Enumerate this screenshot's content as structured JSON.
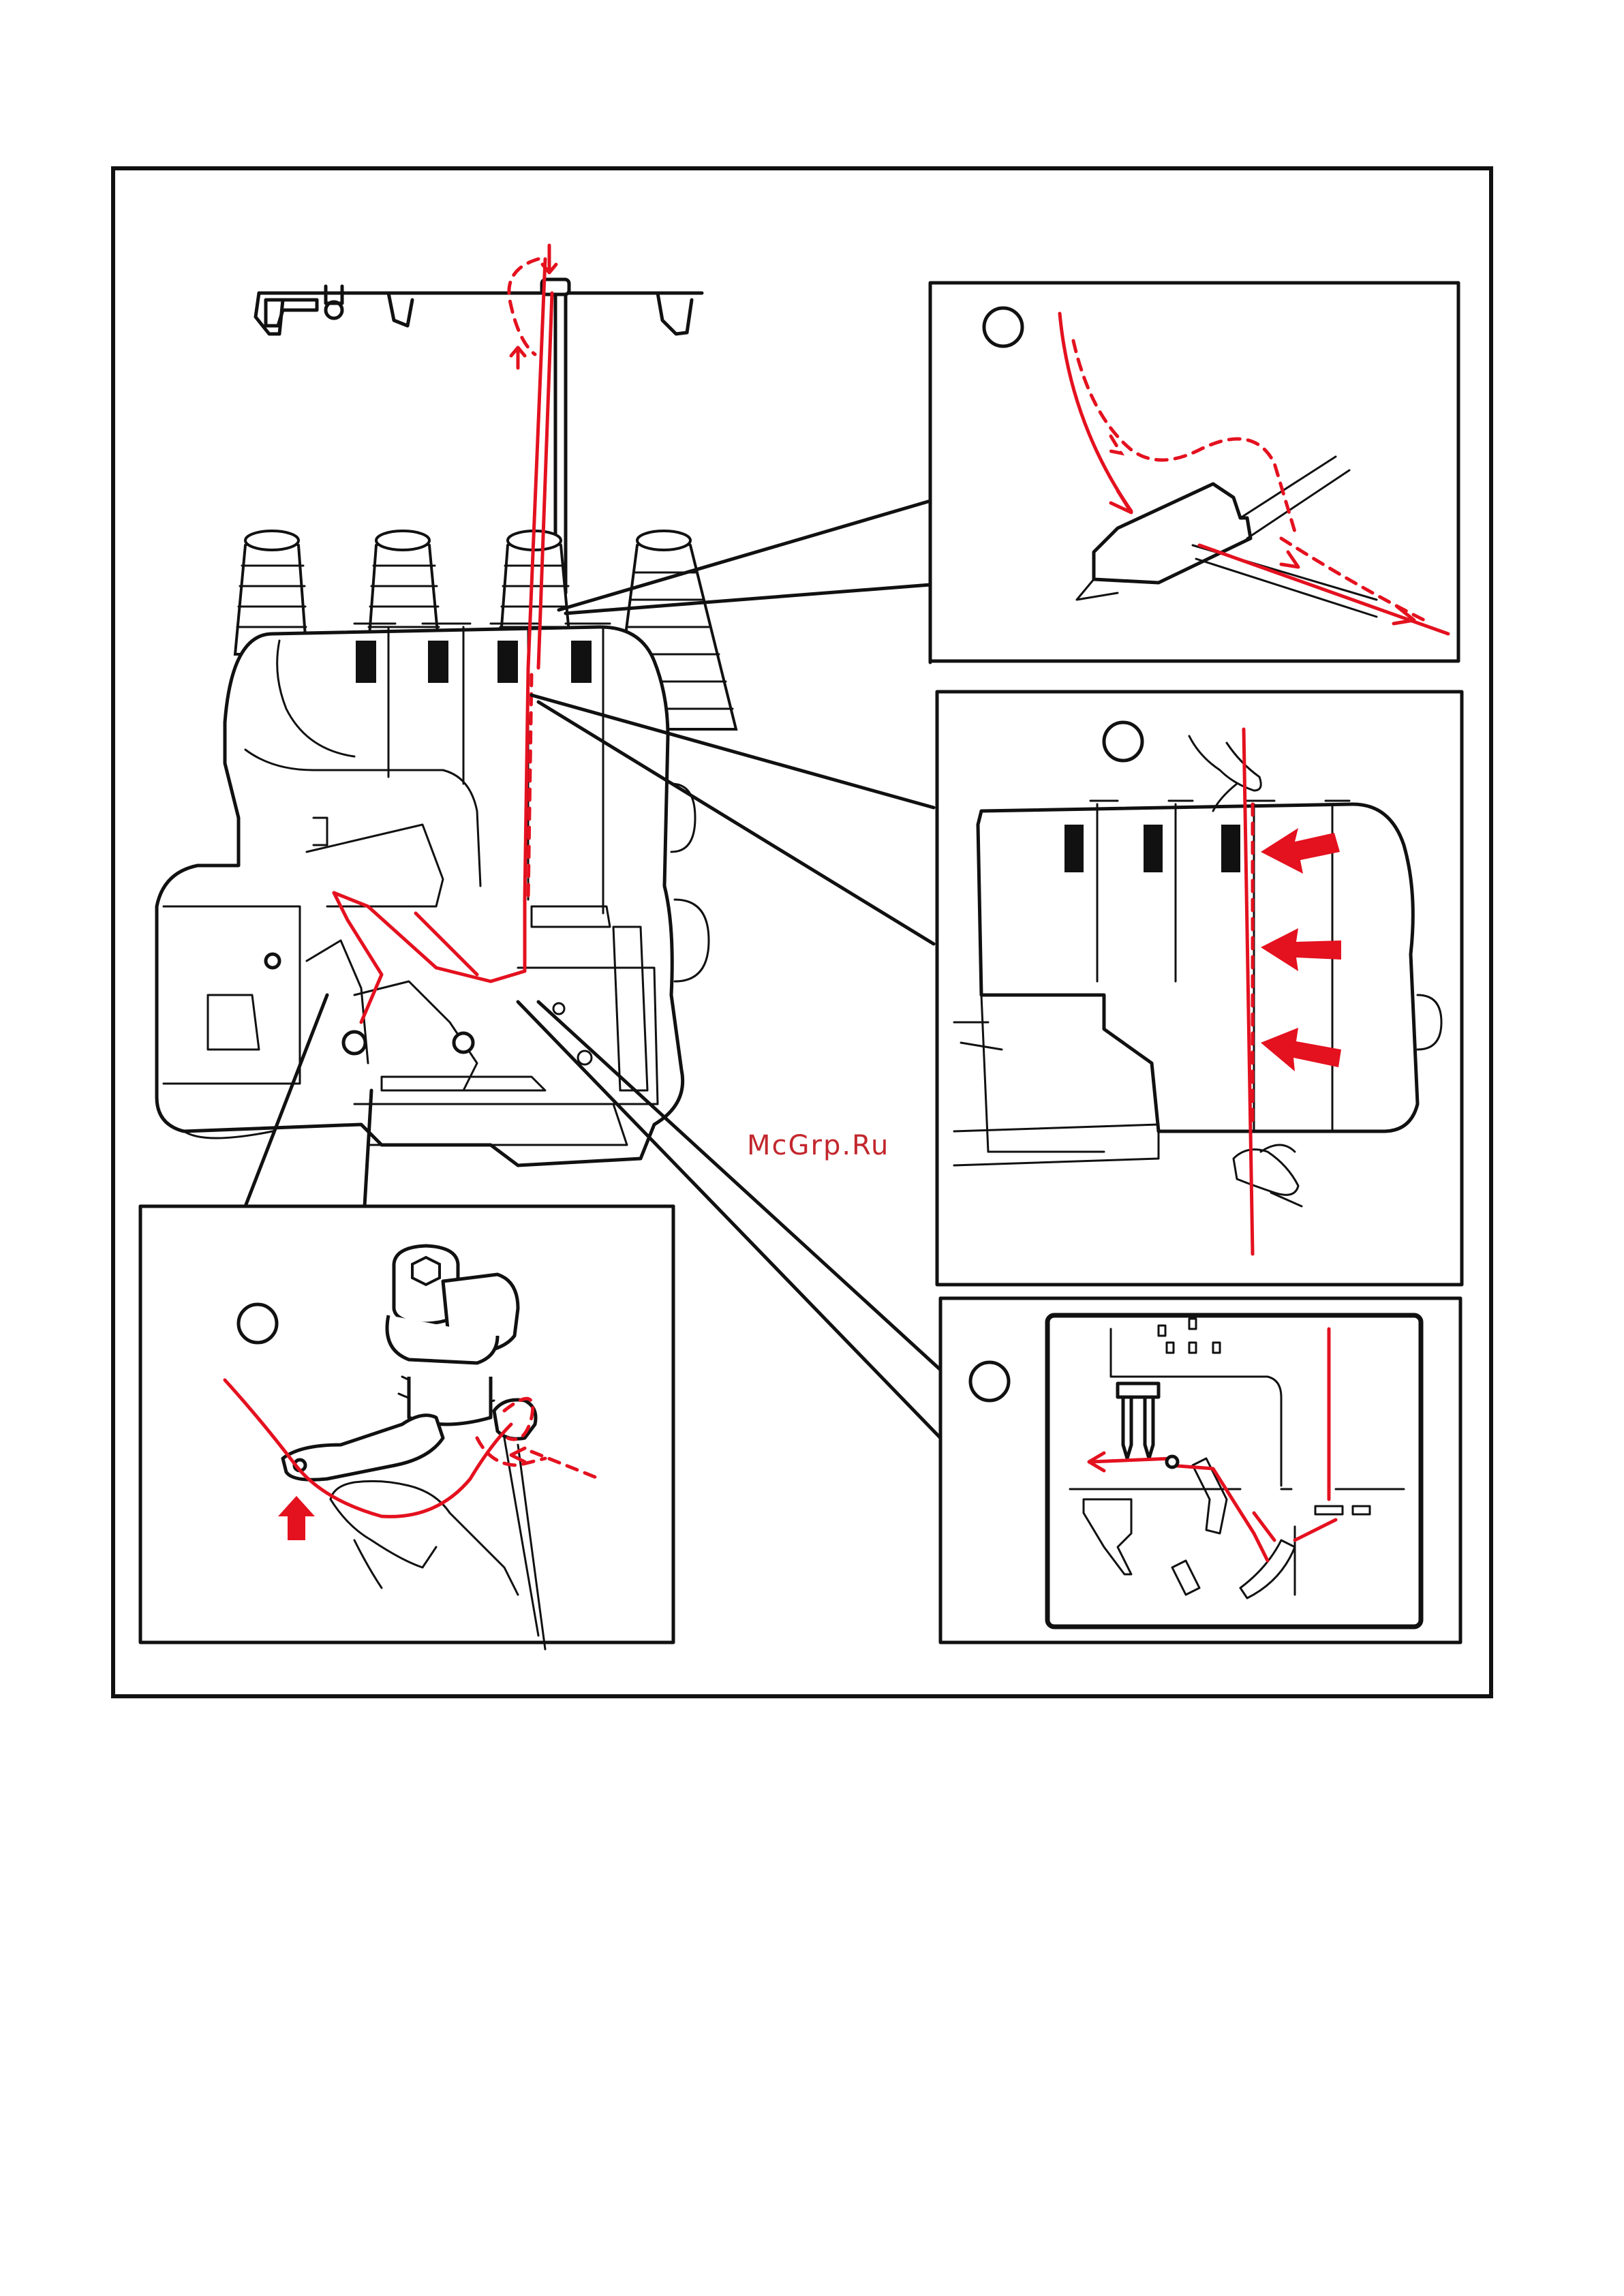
{
  "watermark": {
    "text": "McGrp.Ru"
  },
  "colors": {
    "thread": "#e4111f",
    "line": "#111111",
    "background": "#ffffff"
  },
  "callouts": [
    {
      "id": "thread-guide-detail",
      "marker": "circle",
      "label": ""
    },
    {
      "id": "tension-dial-detail",
      "marker": "circle",
      "label": ""
    },
    {
      "id": "needle-area-detail",
      "marker": "circle",
      "label": ""
    },
    {
      "id": "looper-threading-detail",
      "marker": "circle",
      "label": ""
    }
  ],
  "icons": [
    "hand-icon",
    "arrow-up-icon",
    "arrow-left-icon",
    "thread-spool-icon"
  ]
}
